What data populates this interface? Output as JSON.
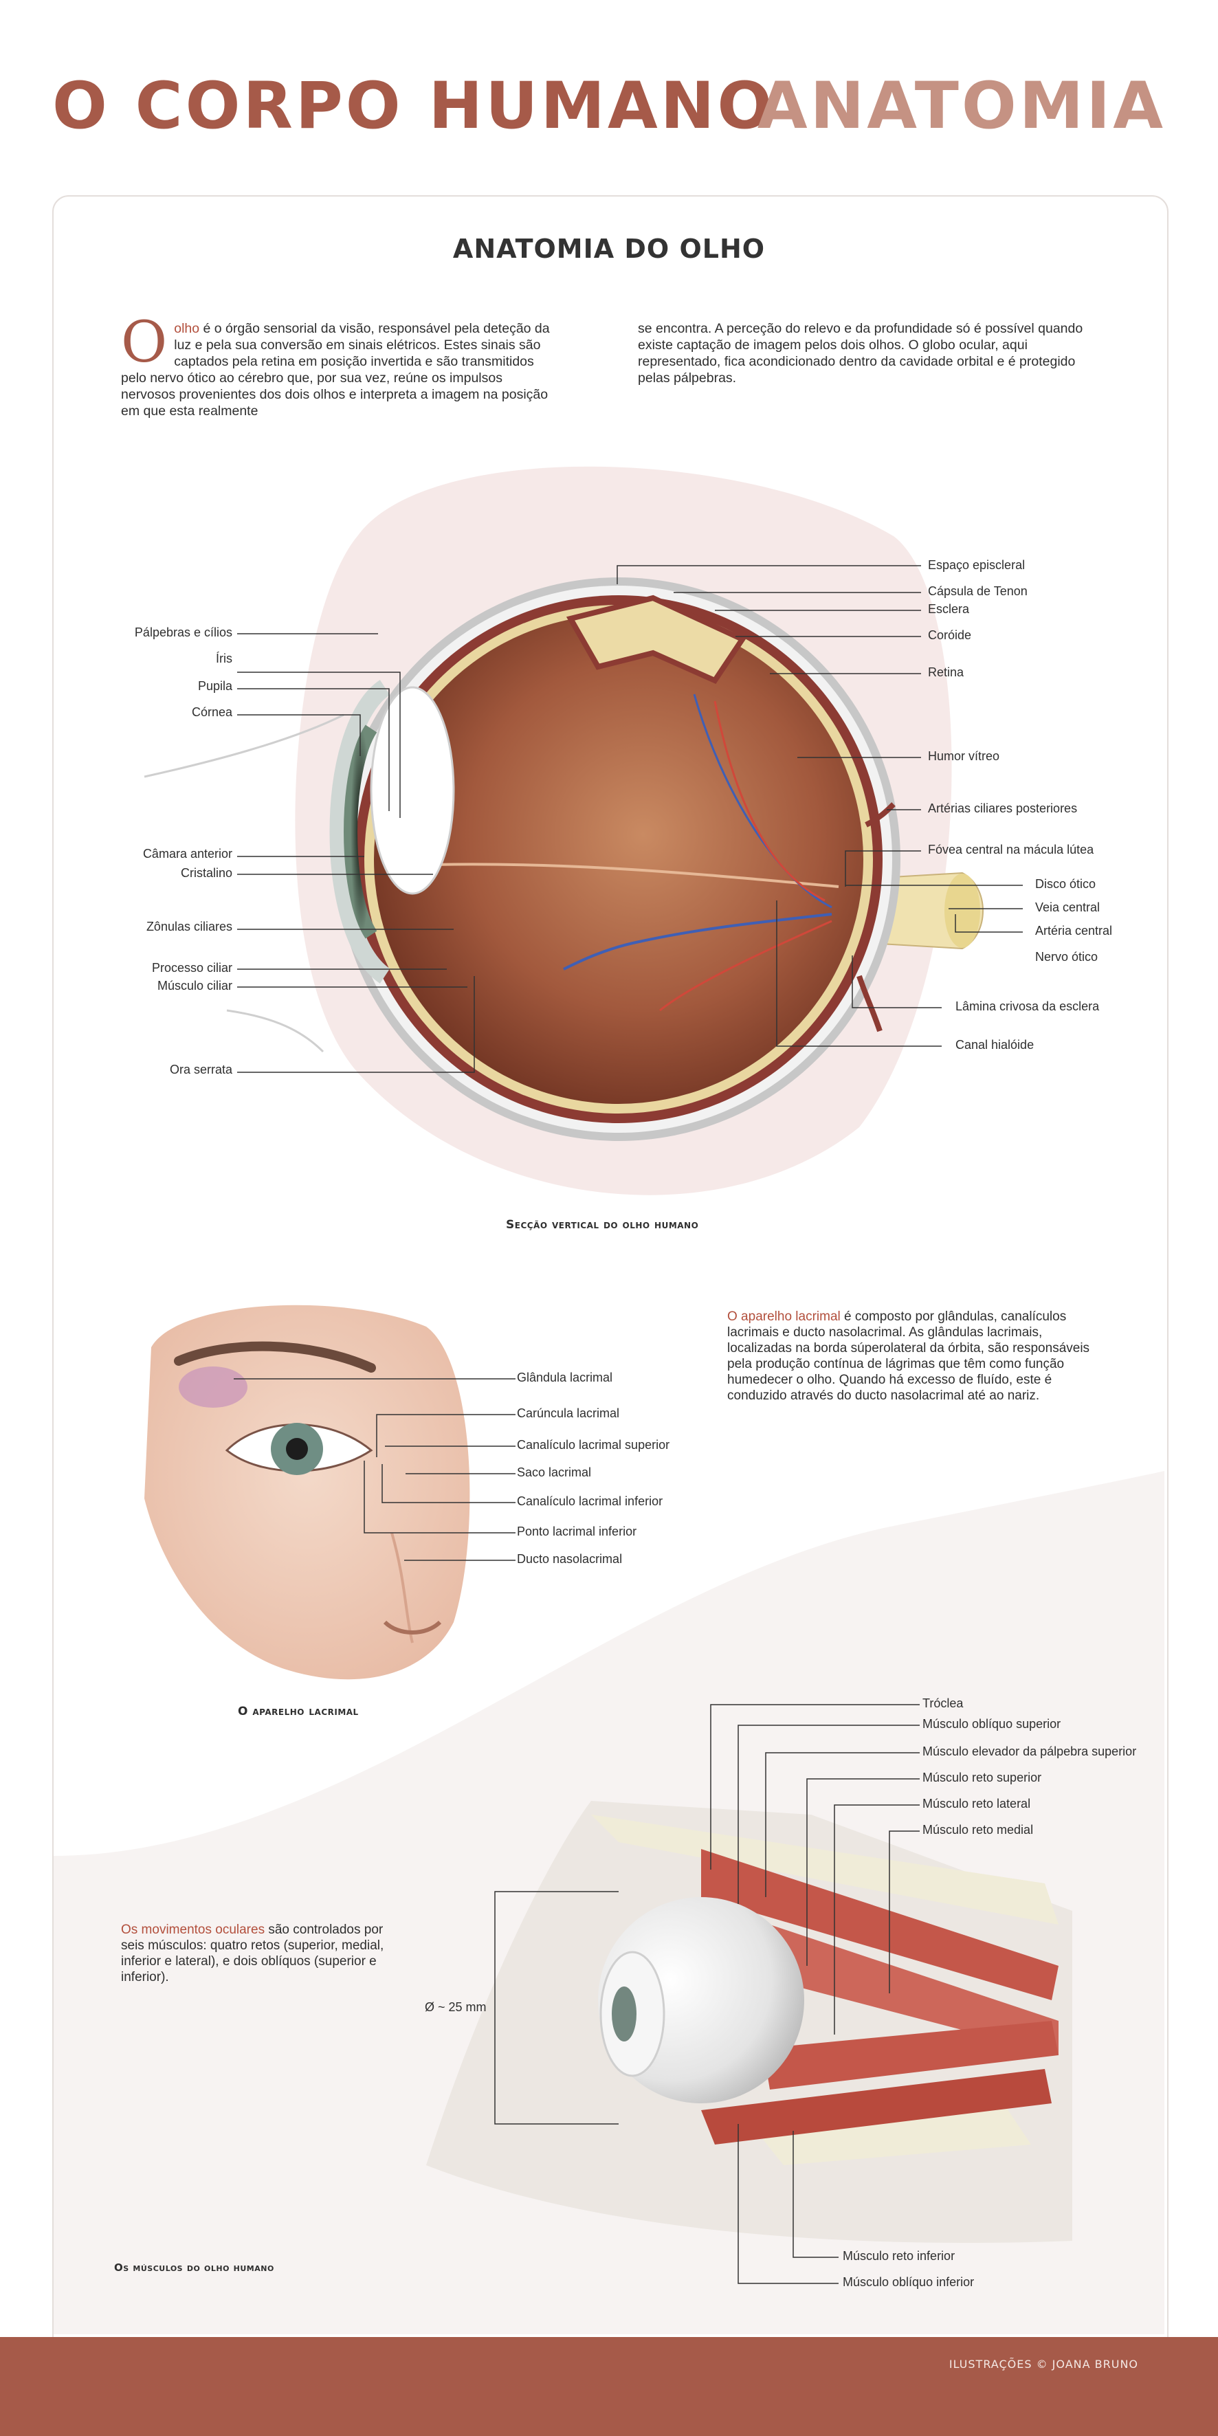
{
  "header": {
    "title_left": "O CORPO HUMANO",
    "title_right": "ANATOMIA"
  },
  "main_title": "ANATOMIA DO OLHO",
  "intro": {
    "dropcap": "O",
    "keyword": "olho",
    "left_rest": " é o órgão sensorial da visão, responsável pela deteção da luz e pela sua conversão em sinais elétricos. Estes sinais são captados pela retina em posição invertida e são transmitidos pelo nervo ótico ao cérebro que, por sua vez, reúne os impulsos nervosos provenientes dos dois olhos e interpreta a imagem na posição em que esta realmente",
    "right": "se encontra. A perceção do relevo e da profundidade só é possível quando existe captação de imagem pelos dois olhos. O globo ocular, aqui representado, fica acondicionado dentro da cavidade orbital e é protegido pelas pálpebras."
  },
  "eye_section": {
    "caption": "Secção vertical do olho humano",
    "labels_left": [
      "Pálpebras e cílios",
      "Íris",
      "Pupila",
      "Córnea",
      "Câmara anterior",
      "Cristalino",
      "Zônulas ciliares",
      "Processo ciliar",
      "Músculo ciliar",
      "Ora serrata"
    ],
    "labels_right": [
      "Espaço episcleral",
      "Cápsula de Tenon",
      "Esclera",
      "Coróide",
      "Retina",
      "Humor vítreo",
      "Artérias ciliares posteriores",
      "Fóvea central na mácula lútea",
      "Disco ótico",
      "Veia central",
      "Artéria central",
      "Nervo ótico",
      "Lâmina crivosa da esclera",
      "Canal hialóide"
    ]
  },
  "lacrimal": {
    "caption": "O aparelho lacrimal",
    "labels": [
      "Glândula lacrimal",
      "Carúncula lacrimal",
      "Canalículo lacrimal superior",
      "Saco lacrimal",
      "Canalículo lacrimal inferior",
      "Ponto lacrimal inferior",
      "Ducto nasolacrimal"
    ],
    "text_keyword": "O aparelho lacrimal",
    "text_rest": " é composto por glândulas, canalículos lacrimais e ducto nasolacrimal. As glândulas lacrimais, localizadas na borda súperolateral da órbita, são responsáveis pela produção contínua de lágrimas que têm como função humedecer o olho. Quando há excesso de fluído, este é conduzido através do ducto nasolacrimal até ao nariz."
  },
  "muscles": {
    "caption": "Os músculos do olho humano",
    "labels_top": [
      "Tróclea",
      "Músculo oblíquo superior",
      "Músculo elevador da pálpebra superior",
      "Músculo reto superior",
      "Músculo reto lateral",
      "Músculo reto medial"
    ],
    "labels_bottom": [
      "Músculo reto inferior",
      "Músculo oblíquo inferior"
    ],
    "diameter": "Ø ~ 25 mm",
    "text_keyword": "Os movimentos oculares",
    "text_rest": " são controlados por seis músculos: quatro retos (superior, medial, inferior e lateral), e dois oblíquos (superior e inferior)."
  },
  "footer": {
    "credit": "ILUSTRAÇÕES © JOANA BRUNO"
  },
  "colors": {
    "accent": "#a65a49",
    "accent_light": "#c59283",
    "footer": "#a65a49"
  }
}
